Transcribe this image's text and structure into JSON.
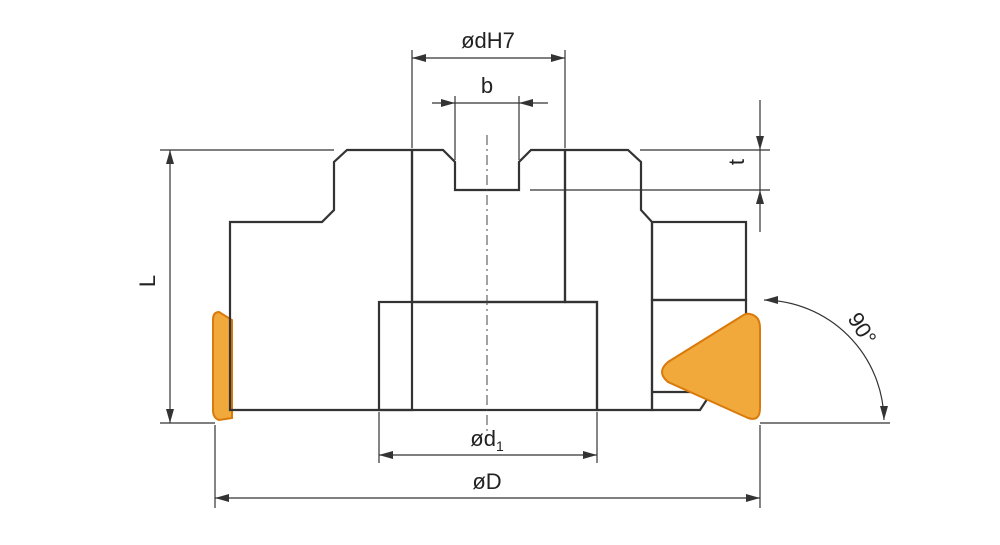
{
  "labels": {
    "dh7": "ødH7",
    "b": "b",
    "t": "t",
    "L": "L",
    "angle": "90°",
    "d1_main": "ød",
    "d1_sub": "1",
    "D": "øD"
  },
  "colors": {
    "body_fill": "#bdbdbd",
    "bore_fill": "#a8a8a8",
    "bore_shade": "#cfcfcf",
    "insert_fill": "#f2a93b",
    "insert_edge": "#d97a0a",
    "line": "#333333"
  }
}
